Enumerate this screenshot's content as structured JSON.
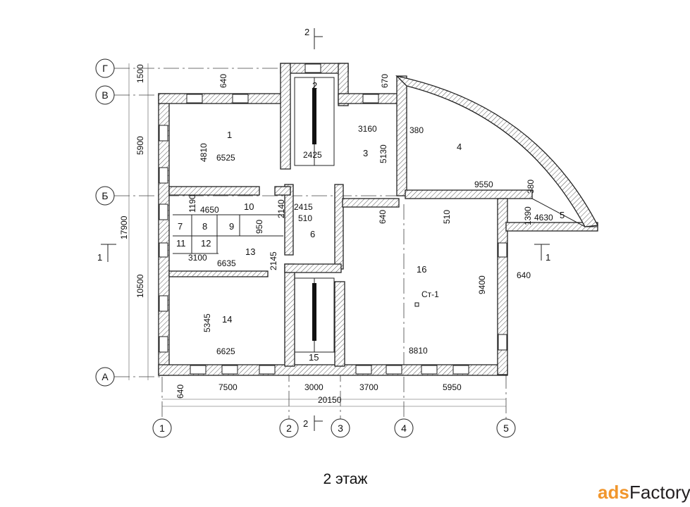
{
  "axes": {
    "rows": [
      "Г",
      "В",
      "Б",
      "А"
    ],
    "cols": [
      "1",
      "2",
      "3",
      "4",
      "5"
    ]
  },
  "section_marks": {
    "top": "2",
    "bottom": "2",
    "left": "1",
    "right": "1"
  },
  "rooms": [
    "1",
    "2",
    "3",
    "4",
    "5",
    "6",
    "7",
    "8",
    "9",
    "10",
    "11",
    "12",
    "13",
    "14",
    "15",
    "16"
  ],
  "dimensions": {
    "left_1500": "1500",
    "left_5900": "5900",
    "left_17900": "17900",
    "left_10500": "10500",
    "top_640": "640",
    "top_670": "670",
    "r1_4810": "4810",
    "r1_6525": "6525",
    "r2_2425": "2425",
    "r3_3160": "3160",
    "r3_5130": "5130",
    "r4_380a": "380",
    "r4_9550": "9550",
    "r4_380b": "380",
    "r5_1390": "1390",
    "r5_4630": "4630",
    "r10_1190": "1190",
    "r10_4650": "4650",
    "r10_2140": "2140",
    "r9_950": "950",
    "r6_2415": "2415",
    "r6_510": "510",
    "r16_640": "640",
    "r16_510": "510",
    "r13_3100": "3100",
    "r13_6635": "6635",
    "r13_2145": "2145",
    "r16_9400": "9400",
    "right_640": "640",
    "r14_5345": "5345",
    "r14_6625": "6625",
    "r16_8810": "8810",
    "bot_640": "640",
    "bot_7500": "7500",
    "bot_3000": "3000",
    "bot_3700": "3700",
    "bot_5950": "5950",
    "bot_20150": "20150"
  },
  "column_mark": "Ст-1",
  "caption": "2 этаж",
  "watermark": {
    "part1": "ads",
    "part2": "Factory"
  },
  "colors": {
    "wall": "#222222",
    "hatch": "#555555",
    "watermark_orange": "#f1962c"
  }
}
